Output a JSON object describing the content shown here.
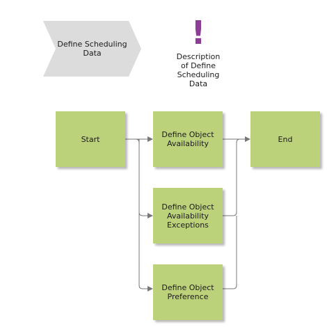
{
  "diagram": {
    "header": {
      "chevron_label": "Define Scheduling\nData",
      "description_label": "Description\nof Define\nScheduling\nData",
      "description_icon": "exclamation-icon",
      "description_icon_glyph": "!"
    },
    "nodes": {
      "start": "Start",
      "availability": "Define Object\nAvailability",
      "exceptions": "Define Object\nAvailability\nExceptions",
      "preference": "Define Object\nPreference",
      "end": "End"
    },
    "colors": {
      "box_fill": "#bcd27a",
      "chevron_fill": "#dcdcdc",
      "connector": "#777777",
      "icon": "#8b3e94"
    }
  }
}
